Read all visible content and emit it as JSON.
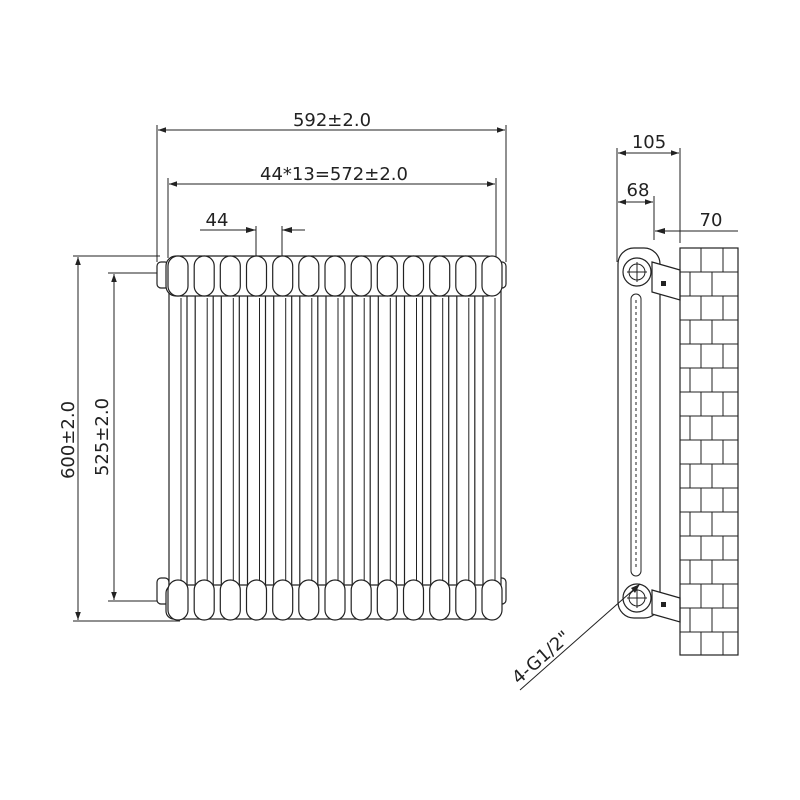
{
  "front_view": {
    "overall_width": "592±2.0",
    "section_spacing": "44*13=572±2.0",
    "section_pitch": "44",
    "overall_height": "600±2.0",
    "pipe_centres": "525±2.0",
    "section_count": 13
  },
  "side_view": {
    "depth": "105",
    "column_depth": "68",
    "wall_gap": "70",
    "connection": "4-G1/2\""
  }
}
